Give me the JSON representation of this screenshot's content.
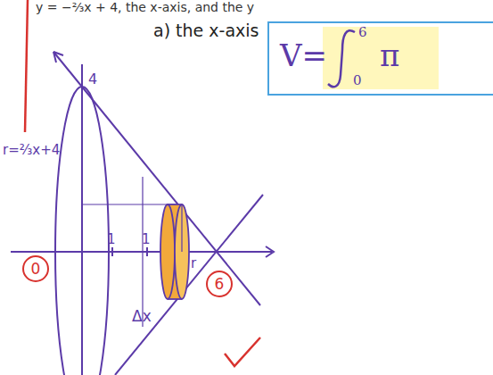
{
  "diagram": {
    "nodes": [
      {
        "text": [
          "V=",
          "6",
          "0",
          "π"
        ]
      }
    ],
    "labels": [
      "y = −⅔x + 4, the x-axis, and the y",
      "a) the x-axis",
      "r=⅔x+4",
      "4",
      "1",
      "1",
      "0",
      "6",
      "Δx",
      "r"
    ]
  }
}
